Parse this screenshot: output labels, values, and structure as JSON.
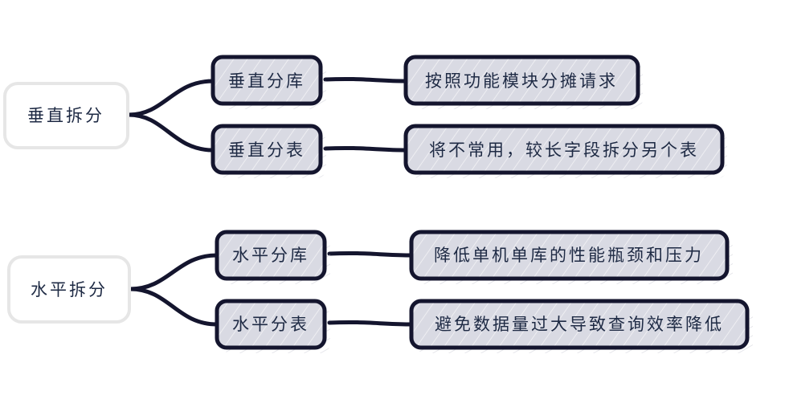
{
  "colors": {
    "connector": "#14152e",
    "box_fill": "#d9dae3",
    "box_stroke": "#14152e",
    "root_stroke": "#e6e6e6",
    "text": "#1e2a44"
  },
  "groups": [
    {
      "root": "垂直拆分",
      "children": [
        {
          "label": "垂直分库",
          "detail": "按照功能模块分摊请求"
        },
        {
          "label": "垂直分表",
          "detail": "将不常用，较长字段拆分另个表"
        }
      ]
    },
    {
      "root": "水平拆分",
      "children": [
        {
          "label": "水平分库",
          "detail": "降低单机单库的性能瓶颈和压力"
        },
        {
          "label": "水平分表",
          "detail": "避免数据量过大导致查询效率降低"
        }
      ]
    }
  ]
}
